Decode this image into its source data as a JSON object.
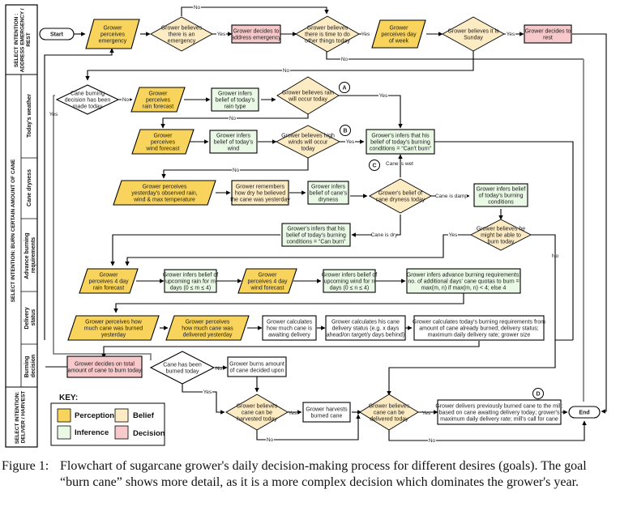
{
  "colors": {
    "perception": "#F9D45C",
    "belief": "#FDEBC4",
    "inference": "#EAF8E6",
    "decision": "#F8C9CB",
    "plain": "#FFFFFF"
  },
  "lanes": {
    "top": "SELECT INTENTION : ADDRESS EMERGENCY / REST",
    "middle": "SELECT INTENTION: BURN CERTAIN AMOUNT OF CANE",
    "bottom": "SELECT INTENTION: DELIVER / HARVEST",
    "sublanes": {
      "weather": "Today's weather",
      "dryness": "Cane dryness",
      "advance": "Advance burning requirements",
      "delivery": "Delivery status",
      "burning": "Burning decision"
    }
  },
  "nodes": {
    "start": "Start",
    "perceives_emergency": [
      "Grower",
      "perceives",
      "emergency"
    ],
    "believes_emergency": [
      "Grower believes",
      "there is an",
      "emergency"
    ],
    "decides_emergency": [
      "Grower decides to",
      "address emergency"
    ],
    "believes_time": [
      "Grower believes",
      "there is time to do",
      "other things today"
    ],
    "perceives_day": [
      "Grower",
      "perceives day",
      "of week"
    ],
    "believes_sunday": [
      "Grower believes it is",
      "Sunday"
    ],
    "decides_rest": [
      "Grower decides to",
      "rest"
    ],
    "burn_decision_made": [
      "Cane burning",
      "decision has been",
      "made today"
    ],
    "perceives_rain": [
      "Grower",
      "perceives",
      "rain forecast"
    ],
    "infers_rain": [
      "Grower infers",
      "belief of today's",
      "rain type"
    ],
    "believes_rain": [
      "Grower believes rain",
      "will occur today"
    ],
    "perceives_wind": [
      "Grower",
      "perceives",
      "wind forecast"
    ],
    "infers_wind": [
      "Grower infers",
      "belief of today's",
      "wind"
    ],
    "believes_wind": [
      "Grower believes high",
      "winds will occur",
      "today"
    ],
    "cant_burn": [
      "Grower's infers that his",
      "belief of today's burning",
      "conditions = “Can't burn”"
    ],
    "perceives_yesterday": [
      "Grower perceives",
      "yesterday's observed rain,",
      "wind & max temperature"
    ],
    "remembers_dry": [
      "Grower remembers",
      "how dry he believed",
      "the cane was yesterday"
    ],
    "infers_dryness": [
      "Grower infers",
      "belief of cane's",
      "dryness"
    ],
    "belief_dryness": [
      "Grower's belief of",
      "cane dryness today"
    ],
    "infers_conditions": [
      "Grower infers belief",
      "of today's burning",
      "conditions"
    ],
    "can_burn": [
      "Grower's infers that his",
      "belief of today's burning",
      "conditions = “Can burn”"
    ],
    "might_burn": [
      "Grower believes he",
      "might be able to",
      "burn today"
    ],
    "perceives_4rain": [
      "Grower",
      "perceives 4 day",
      "rain forecast"
    ],
    "infers_upcoming_rain": [
      "Grower infers belief of",
      "upcoming rain for m",
      "days (0 ≤ m ≤ 4)"
    ],
    "perceives_4wind": [
      "Grower",
      "perceives 4 day",
      "wind forecast"
    ],
    "infers_upcoming_wind": [
      "Grower infers belief of",
      "upcoming wind for n",
      "days (0 ≤ n ≤ 4)"
    ],
    "infers_advance": [
      "Grower infers advance burning requirements:",
      "no. of additional days' cane quotas to burn =",
      "max(m, n) if max(m, n) < 4; else 4"
    ],
    "perceives_burned": [
      "Grower perceives how",
      "much cane was burned",
      "yesterday"
    ],
    "perceives_delivered": [
      "Grower perceives",
      "how much cane was",
      "delivered yesterday"
    ],
    "calc_awaiting": [
      "Grower calculates",
      "how much cane is",
      "awaiting delivery"
    ],
    "calc_status": [
      "Grower calculates his cane",
      "delivery status (e.g. x days",
      "ahead/on target/y days behind)"
    ],
    "calc_requirements": [
      "Grower calculates today's burning requirements from",
      "amount of cane already burned; delivery status;",
      "maximum daily delivery rate; grower size"
    ],
    "decides_total": [
      "Grower decides on total",
      "amount of cane to burn today"
    ],
    "cane_burned": [
      "Cane has been",
      "burned today"
    ],
    "burns_amount": [
      "Grower burns amount",
      "of cane decided upon"
    ],
    "can_harvest": [
      "Grower believes",
      "cane can be",
      "harvested today"
    ],
    "harvests": [
      "Grower harvests",
      "burned cane"
    ],
    "can_deliver": [
      "Grower believes",
      "cane can be",
      "delivered today"
    ],
    "delivers": [
      "Grower delivers previously burned cane to the mill:",
      "based on cane awaiting delivery today; grower's",
      "maximum daily delivery rate; mill's call for cane"
    ],
    "end": "End"
  },
  "edge_labels": {
    "yes": "Yes",
    "no": "No",
    "cane_wet": "Cane is wet",
    "cane_damp": "Cane is damp",
    "cane_dry": "Cane is dry"
  },
  "markers": {
    "a": "A",
    "b": "B",
    "c": "C",
    "d": "D"
  },
  "key": {
    "title": "KEY:",
    "perception": "Perception",
    "belief": "Belief",
    "inference": "Inference",
    "decision": "Decision"
  },
  "caption": {
    "lead": "Figure 1:",
    "text": "Flowchart of sugarcane grower's daily decision-making process for different desires (goals). The goal “burn cane” shows more detail, as it is a more complex decision which dominates the grower's year."
  }
}
